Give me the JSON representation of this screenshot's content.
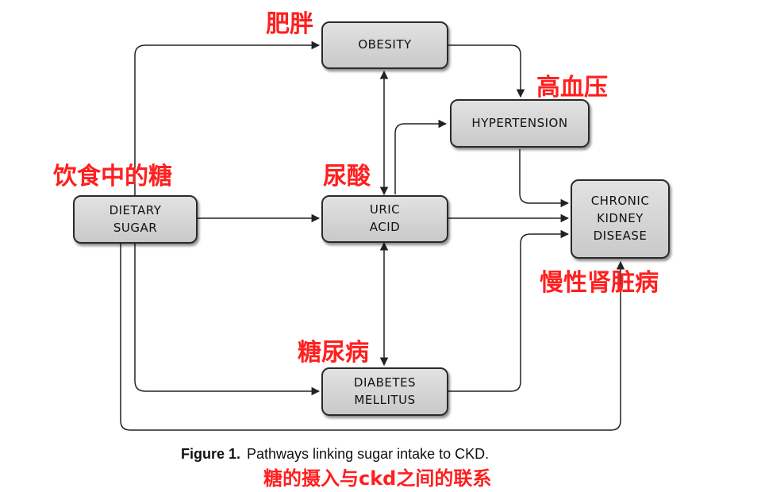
{
  "nodes": {
    "obesity": [
      "OBESITY"
    ],
    "hypertension": [
      "HYPERTENSION"
    ],
    "dietary_sugar": [
      "DIETARY",
      "SUGAR"
    ],
    "uric_acid": [
      "URIC",
      "ACID"
    ],
    "ckd": [
      "CHRONIC",
      "KIDNEY",
      "DISEASE"
    ],
    "diabetes": [
      "DIABETES",
      "MELLITUS"
    ]
  },
  "annotations": {
    "obesity": "肥胖",
    "hypertension": "高血压",
    "dietary_sugar": "饮食中的糖",
    "uric_acid": "尿酸",
    "ckd": "慢性肾脏病",
    "diabetes": "糖尿病"
  },
  "caption": {
    "label": "Figure 1.",
    "text": "Pathways linking sugar intake to CKD.",
    "translation": "糖的摄入与ckd之间的联系"
  },
  "edges": [
    {
      "from": "DIETARY SUGAR",
      "to": "OBESITY"
    },
    {
      "from": "DIETARY SUGAR",
      "to": "URIC ACID"
    },
    {
      "from": "DIETARY SUGAR",
      "to": "DIABETES MELLITUS"
    },
    {
      "from": "DIETARY SUGAR",
      "to": "CHRONIC KIDNEY DISEASE"
    },
    {
      "from": "OBESITY",
      "to": "HYPERTENSION"
    },
    {
      "from": "URIC ACID",
      "to": "OBESITY",
      "bidirectional": true
    },
    {
      "from": "URIC ACID",
      "to": "HYPERTENSION"
    },
    {
      "from": "URIC ACID",
      "to": "CHRONIC KIDNEY DISEASE"
    },
    {
      "from": "URIC ACID",
      "to": "DIABETES MELLITUS",
      "bidirectional": true
    },
    {
      "from": "HYPERTENSION",
      "to": "CHRONIC KIDNEY DISEASE"
    },
    {
      "from": "DIABETES MELLITUS",
      "to": "CHRONIC KIDNEY DISEASE"
    }
  ]
}
